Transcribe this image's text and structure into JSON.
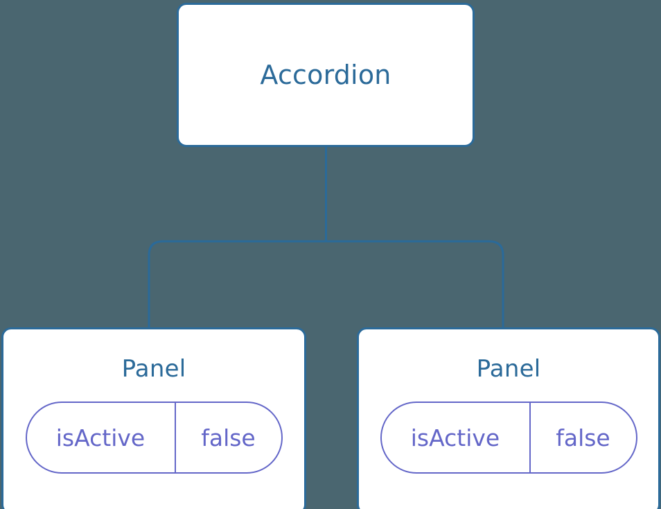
{
  "diagram": {
    "type": "component-tree",
    "background_color": "#4a6670",
    "node_border_color": "#2b6a99",
    "node_title_color": "#2b6a99",
    "node_fill_color": "#ffffff",
    "edge_color": "#2b6a99",
    "prop_color": "#6366c8",
    "root": {
      "title": "Accordion"
    },
    "children": [
      {
        "title": "Panel",
        "prop": {
          "key": "isActive",
          "value": "false"
        }
      },
      {
        "title": "Panel",
        "prop": {
          "key": "isActive",
          "value": "false"
        }
      }
    ]
  }
}
